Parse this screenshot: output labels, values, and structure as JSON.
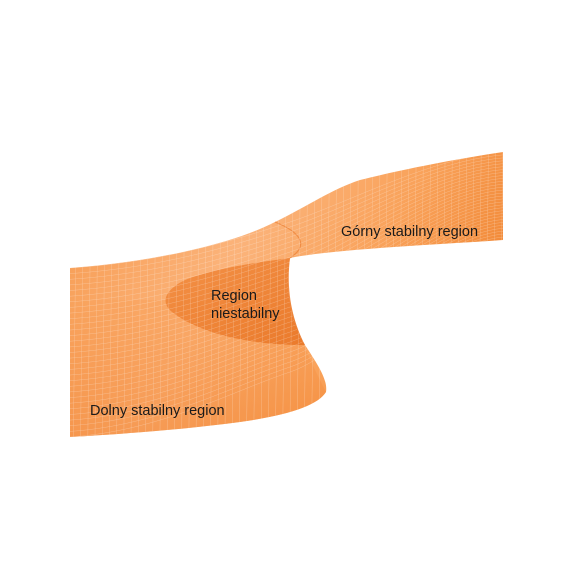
{
  "labels": {
    "upper": "Górny stabilny region",
    "unstable_line1": "Region",
    "unstable_line2": "niestabilny",
    "lower": "Dolny stabilny region"
  },
  "colors": {
    "surface_light": "#fbb37a",
    "surface_mid": "#f79a4e",
    "surface_dark": "#f07f2c",
    "fold": "#ec7a2a",
    "mesh": "#ffffff"
  }
}
